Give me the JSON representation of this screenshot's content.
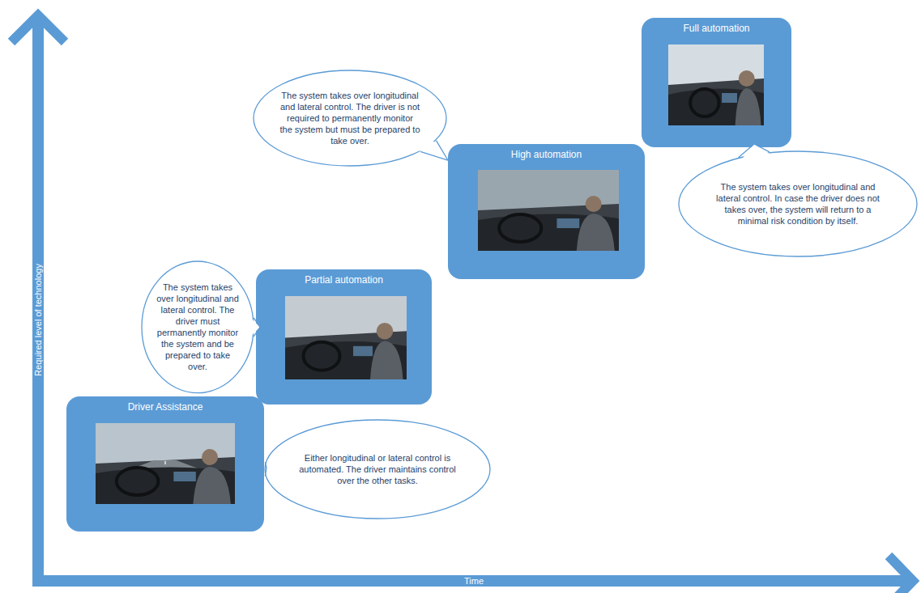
{
  "diagram": {
    "nodes": [
      {
        "text": [
          "Driver Assistance"
        ]
      },
      {
        "text": [
          "Either longitudinal or lateral control is automated. The driver maintains control over the other tasks."
        ]
      },
      {
        "text": [
          "Partial automation"
        ]
      },
      {
        "text": [
          "The system takes over longitudinal and lateral control. The driver must permanently monitor the system and be prepared to take over."
        ]
      },
      {
        "text": [
          "High automation"
        ]
      },
      {
        "text": [
          "The system takes over longitudinal and lateral control. The driver is not required to permanently monitor the system but must be prepared to take over."
        ]
      },
      {
        "text": [
          "Full automation"
        ]
      },
      {
        "text": [
          "The system takes over longitudinal and lateral control. In case the driver does not takes over, the system will return to a minimal risk condition by itself."
        ]
      }
    ],
    "labels": [
      "Required level of technology",
      "Time"
    ]
  }
}
